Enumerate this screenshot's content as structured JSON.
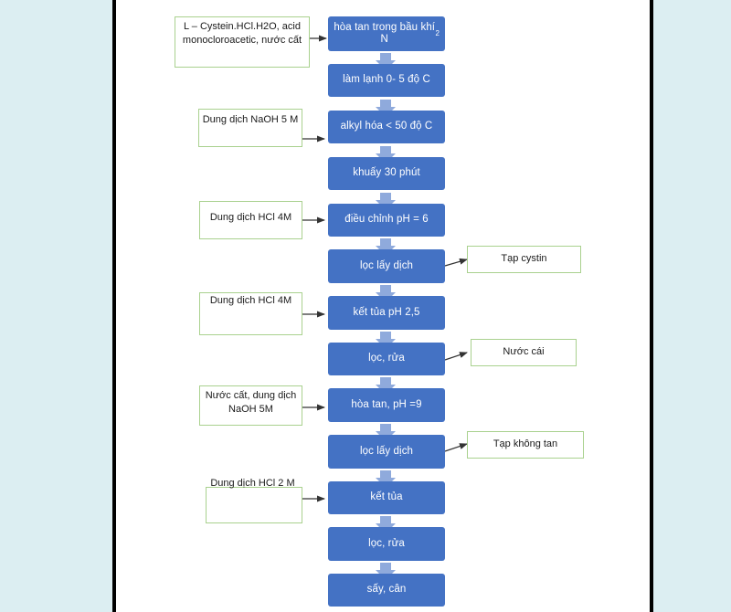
{
  "page": {
    "background_color": "#dceef2",
    "sheet_color": "#ffffff",
    "border_color": "#000000"
  },
  "colors": {
    "process_fill": "#4472C4",
    "process_text": "#FFFFFF",
    "material_border": "#A9D18E",
    "material_text": "#1A1A1A",
    "arrow_fill": "#8FAADC",
    "connector_line": "#404040"
  },
  "diagram": {
    "type": "flowchart",
    "title": "",
    "orientation": "top-to-bottom",
    "process_steps": [
      {
        "id": "step1",
        "label": "hòa tan trong bầu khí N",
        "subscript": "2"
      },
      {
        "id": "step2",
        "label": "làm lạnh 0- 5 độ C",
        "subscript": ""
      },
      {
        "id": "step3",
        "label": "alkyl hóa < 50 độ C",
        "subscript": ""
      },
      {
        "id": "step4",
        "label": "khuấy 30 phút",
        "subscript": ""
      },
      {
        "id": "step5",
        "label": "điều chỉnh pH = 6",
        "subscript": ""
      },
      {
        "id": "step6",
        "label": "lọc lấy dịch",
        "subscript": ""
      },
      {
        "id": "step7",
        "label": "kết tủa pH 2,5",
        "subscript": ""
      },
      {
        "id": "step8",
        "label": "lọc, rửa",
        "subscript": ""
      },
      {
        "id": "step9",
        "label": "hòa tan, pH =9",
        "subscript": ""
      },
      {
        "id": "step10",
        "label": "lọc lấy dịch",
        "subscript": ""
      },
      {
        "id": "step11",
        "label": "kết tủa",
        "subscript": ""
      },
      {
        "id": "step12",
        "label": "lọc, rửa",
        "subscript": ""
      },
      {
        "id": "step13",
        "label": "sấy, cân",
        "subscript": ""
      }
    ],
    "inputs": [
      {
        "id": "in1",
        "label": "L – Cystein.HCl.H2O, acid monocloroacetic, nước cất",
        "target": "step1"
      },
      {
        "id": "in2",
        "label": "Dung dịch NaOH 5 M",
        "target": "step3"
      },
      {
        "id": "in3",
        "label": "Dung dịch HCl 4M",
        "target": "step5"
      },
      {
        "id": "in4",
        "label": "Dung dịch HCl 4M",
        "target": "step7"
      },
      {
        "id": "in5",
        "label": "Nước cất, dung dịch NaOH 5M",
        "target": "step9"
      },
      {
        "id": "in6",
        "label": "Dung dịch HCl 2 M",
        "target": "step11"
      }
    ],
    "outputs": [
      {
        "id": "out1",
        "label": "Tạp cystin",
        "source": "step6"
      },
      {
        "id": "out2",
        "label": "Nước cái",
        "source": "step8"
      },
      {
        "id": "out3",
        "label": "Tạp không tan",
        "source": "step10"
      }
    ]
  }
}
